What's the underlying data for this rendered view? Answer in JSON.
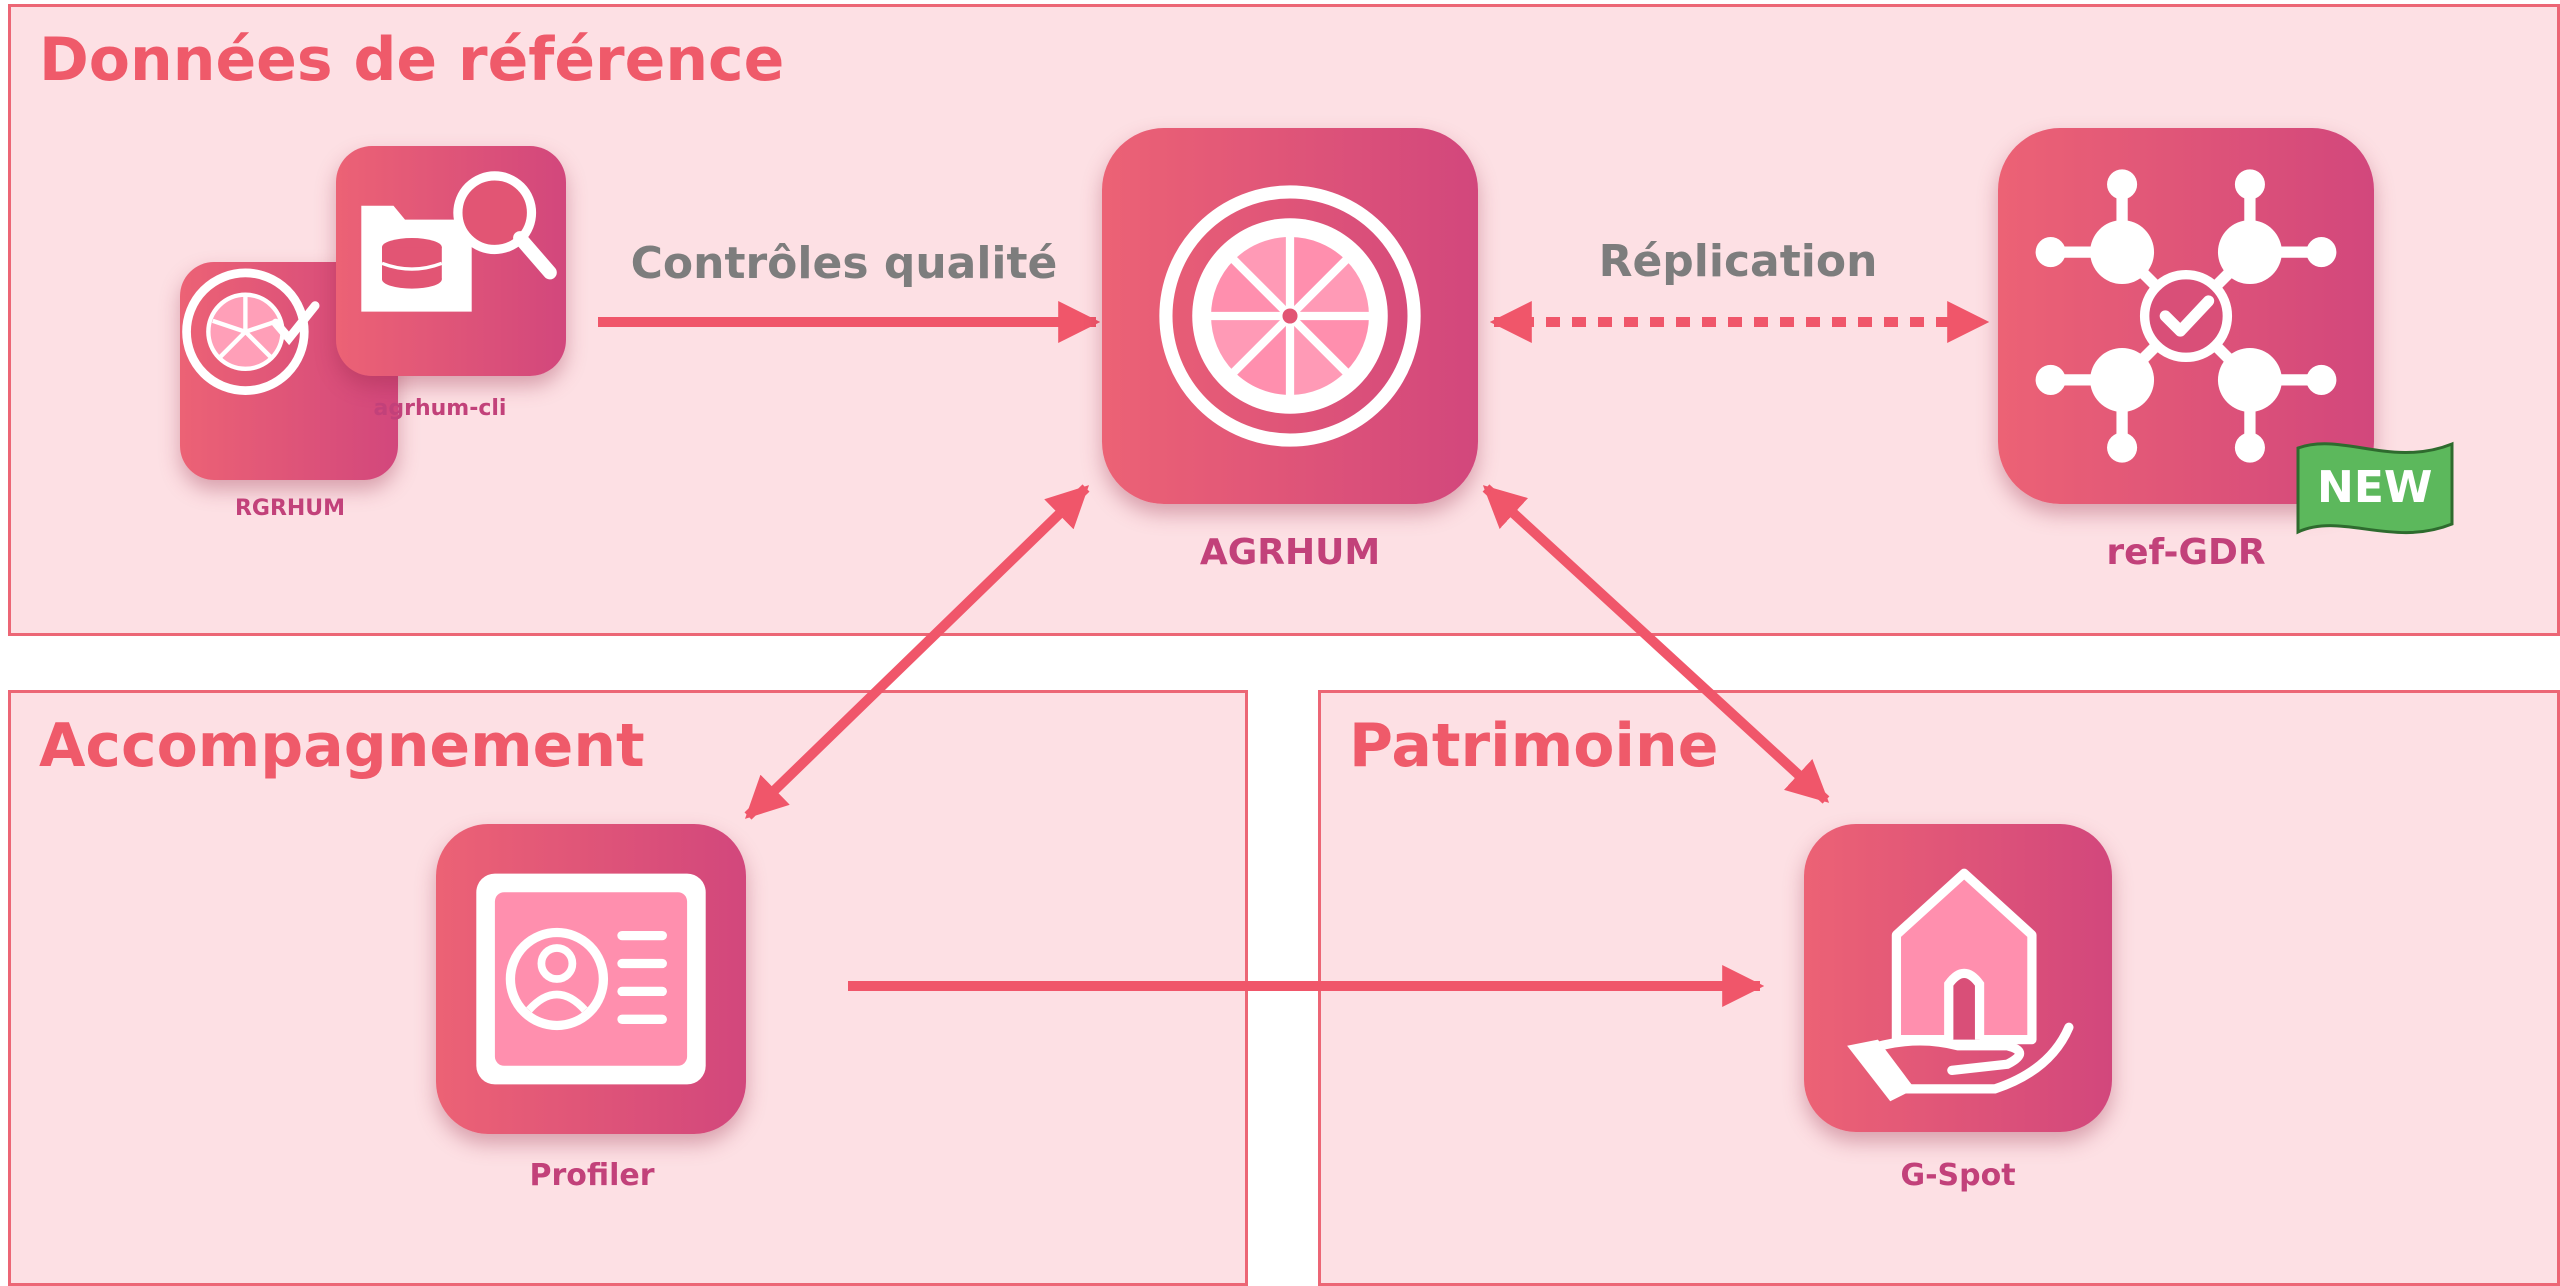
{
  "zones": {
    "reference": {
      "title": "Données de référence"
    },
    "accompagnement": {
      "title": "Accompagnement"
    },
    "patrimoine": {
      "title": "Patrimoine"
    }
  },
  "apps": {
    "rgrhum": {
      "label": "RGRHUM",
      "icon": "grapefruit-check-icon"
    },
    "agrhum_cli": {
      "label": "agrhum-cli",
      "icon": "database-folder-search-icon"
    },
    "agrhum": {
      "label": "AGRHUM",
      "icon": "grapefruit-icon"
    },
    "ref_gdr": {
      "label": "ref-GDR",
      "icon": "network-check-icon",
      "badge": "NEW"
    },
    "profiler": {
      "label": "Profiler",
      "icon": "profile-card-icon"
    },
    "gspot": {
      "label": "G-Spot",
      "icon": "house-hand-icon"
    }
  },
  "edges": {
    "quality": {
      "label": "Contrôles qualité"
    },
    "replication": {
      "label": "Réplication"
    }
  },
  "colors": {
    "zone_fill": "#fde0e4",
    "zone_border": "#ec6675",
    "zone_title": "#ef5a6a",
    "arrow": "#f0566a",
    "tile_start": "#ec6275",
    "tile_end": "#d2477c",
    "app_label": "#c2417a",
    "edge_label": "#7d7d7d",
    "badge": "#5cb85c"
  }
}
